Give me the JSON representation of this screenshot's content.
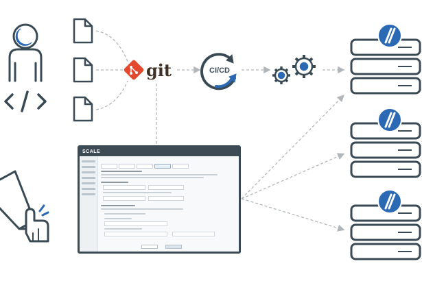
{
  "labels": {
    "git": "git",
    "cicd": "CI/CD"
  },
  "icons": {
    "developer": "developer-icon",
    "code_tag": "code-tag-icon",
    "document": "document-icon",
    "git_logo": "git-logo-icon",
    "cicd": "cicd-cycle-icon",
    "gears": "gears-icon",
    "laptop": "laptop-touch-icon",
    "server": "server-rack-icon",
    "truenas_badge": "truenas-badge-icon"
  },
  "screenshot": {
    "logo": "SCALE"
  },
  "colors": {
    "outline": "#3a4a55",
    "accent_blue": "#2b69b4",
    "git_orange": "#e4492f",
    "git_dark": "#3f3128",
    "connector_dashed": "#b0b6ba"
  }
}
